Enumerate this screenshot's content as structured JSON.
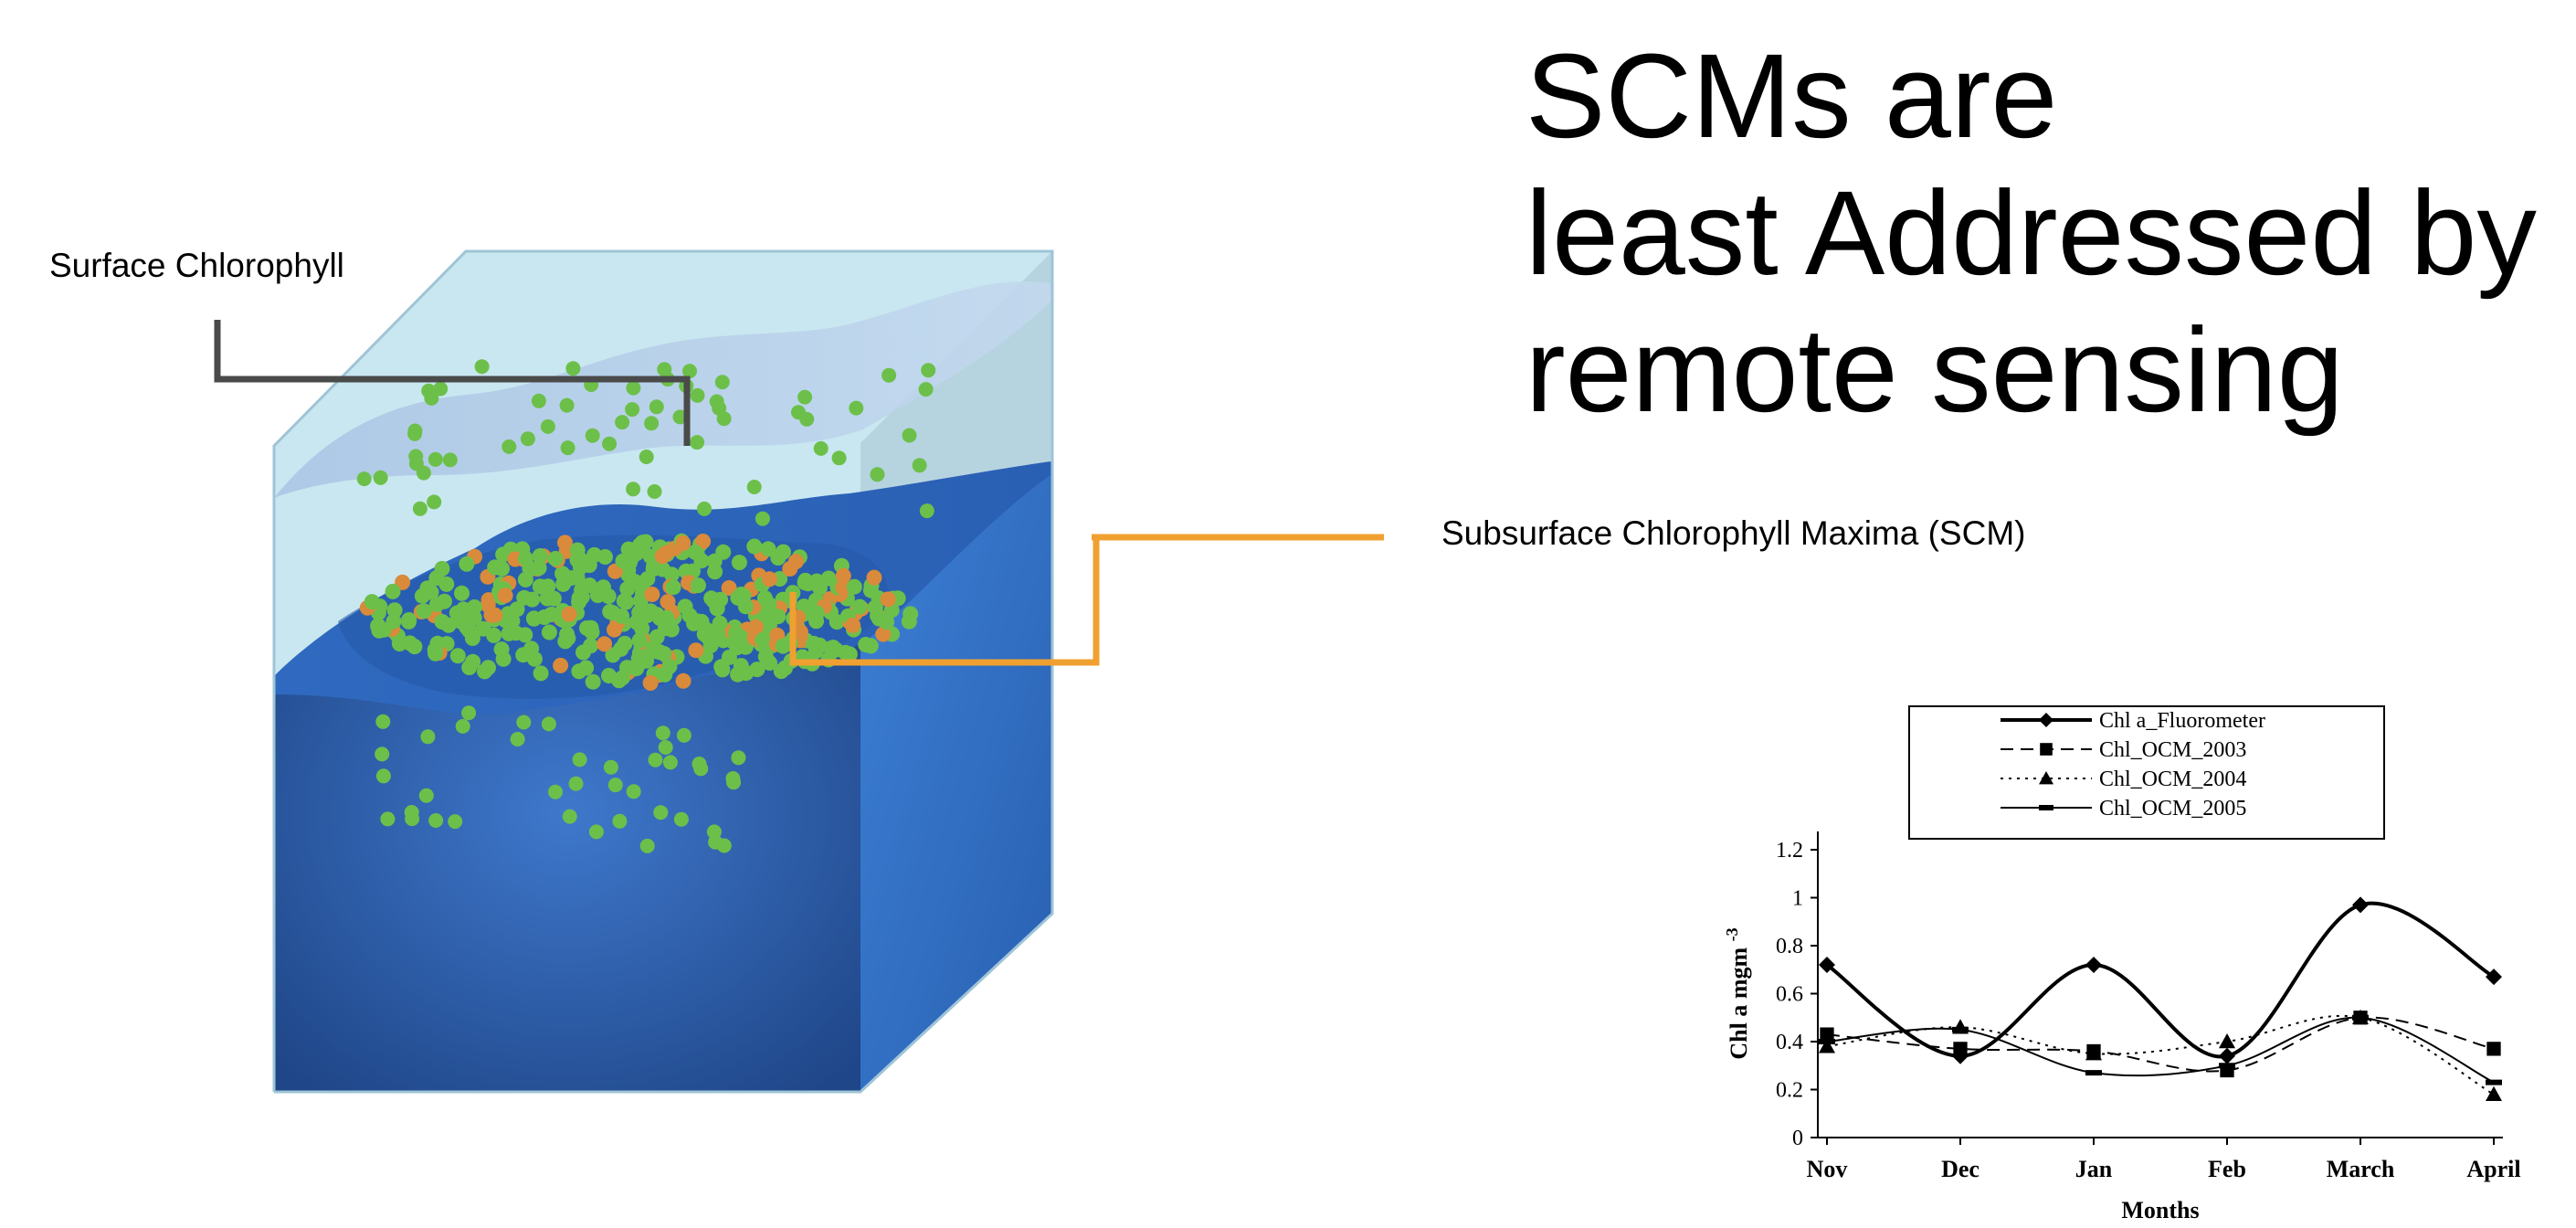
{
  "slide": {
    "title_lines": [
      "SCMs are",
      "least Addressed by",
      "remote sensing"
    ],
    "surface_label": "Surface Chlorophyll",
    "scm_label": "Subsurface Chlorophyll Maxima (SCM)",
    "colors": {
      "surface_leader": "#4a4a4a",
      "scm_leader": "#f0a030",
      "phyto_green": "#6cc04a",
      "phyto_orange": "#d98a3a",
      "water_light": "#c8e8f2",
      "water_deep": "#2a5aa8"
    }
  },
  "chart_data": {
    "type": "line",
    "categories": [
      "Nov",
      "Dec",
      "Jan",
      "Feb",
      "March",
      "April"
    ],
    "xlabel": "Months",
    "ylabel": "Chl a mgm",
    "ylabel_sup": "-3",
    "ylim": [
      0,
      1.2
    ],
    "yticks": [
      "0",
      "0.2",
      "0.4",
      "0.6",
      "0.8",
      "1",
      "1.2"
    ],
    "legend_placement": "top",
    "series": [
      {
        "name": "Chl a_Fluorometer",
        "values": [
          0.72,
          0.34,
          0.72,
          0.34,
          0.97,
          0.67
        ],
        "marker": "diamond",
        "dash": "solid",
        "weight": "bold"
      },
      {
        "name": "Chl_OCM_2003",
        "values": [
          0.43,
          0.37,
          0.36,
          0.28,
          0.5,
          0.37
        ],
        "marker": "square",
        "dash": "dashed",
        "weight": "normal"
      },
      {
        "name": "Chl_OCM_2004",
        "values": [
          0.38,
          0.46,
          0.35,
          0.4,
          0.5,
          0.18
        ],
        "marker": "triangle",
        "dash": "dotted",
        "weight": "normal"
      },
      {
        "name": "Chl_OCM_2005",
        "values": [
          0.4,
          0.45,
          0.27,
          0.3,
          0.5,
          0.23
        ],
        "marker": "dash",
        "dash": "solid",
        "weight": "normal"
      }
    ]
  }
}
